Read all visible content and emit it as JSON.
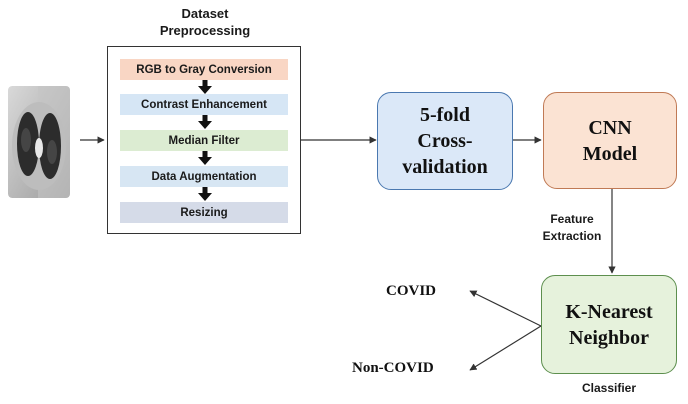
{
  "preprocessing": {
    "title_line1": "Dataset",
    "title_line2": "Preprocessing",
    "steps": [
      "RGB to Gray Conversion",
      "Contrast Enhancement",
      "Median Filter",
      "Data Augmentation",
      "Resizing"
    ]
  },
  "crossval": {
    "line1": "5-fold",
    "line2": "Cross-",
    "line3": "validation"
  },
  "cnn": {
    "line1": "CNN",
    "line2": "Model"
  },
  "feature": {
    "line1": "Feature",
    "line2": "Extraction"
  },
  "knn": {
    "line1": "K-Nearest",
    "line2": "Neighbor",
    "caption": "Classifier"
  },
  "outputs": {
    "covid": "COVID",
    "non_covid": "Non-COVID"
  },
  "colors": {
    "step_rgb": "#f9d6c4",
    "step_contrast": "#d6e6f5",
    "step_median": "#dcecd2",
    "step_augment": "#d7e6f3",
    "step_resize": "#d5dbe8",
    "crossval_fill": "#dbe8f8",
    "crossval_border": "#4a78b0",
    "cnn_fill": "#fbe3d3",
    "cnn_border": "#c07a55",
    "knn_fill": "#e6f2dc",
    "knn_border": "#5d8f4e",
    "line": "#333333"
  }
}
